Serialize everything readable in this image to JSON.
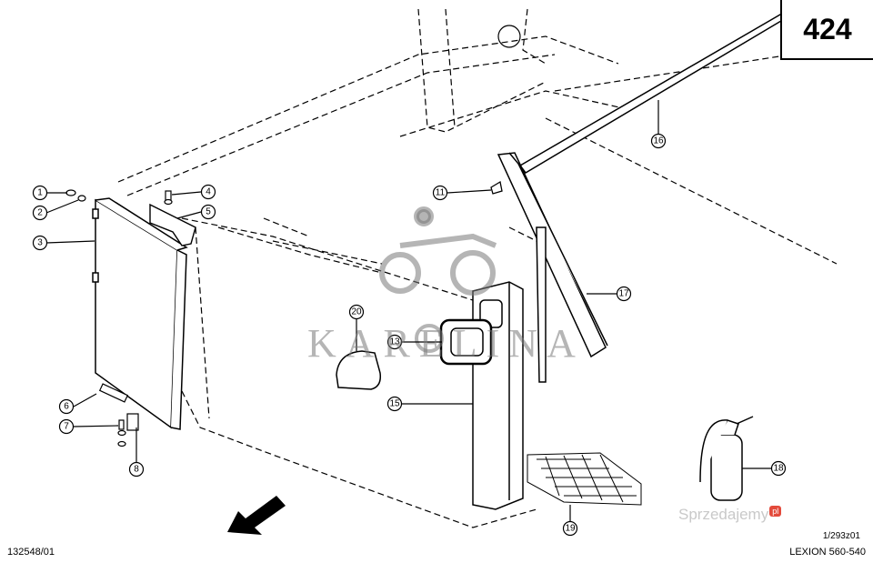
{
  "page_number": "424",
  "drawing_ref_left": "132548/01",
  "drawing_ref_right": "1/293z01",
  "model": "LEXION 560-540",
  "watermark_name": "KARELINA",
  "watermark_site": "Sprzedajemy",
  "watermark_site_badge": "pl",
  "callouts": [
    "1",
    "2",
    "3",
    "4",
    "5",
    "6",
    "7",
    "8",
    "11",
    "13",
    "15",
    "16",
    "17",
    "18",
    "19",
    "20"
  ]
}
